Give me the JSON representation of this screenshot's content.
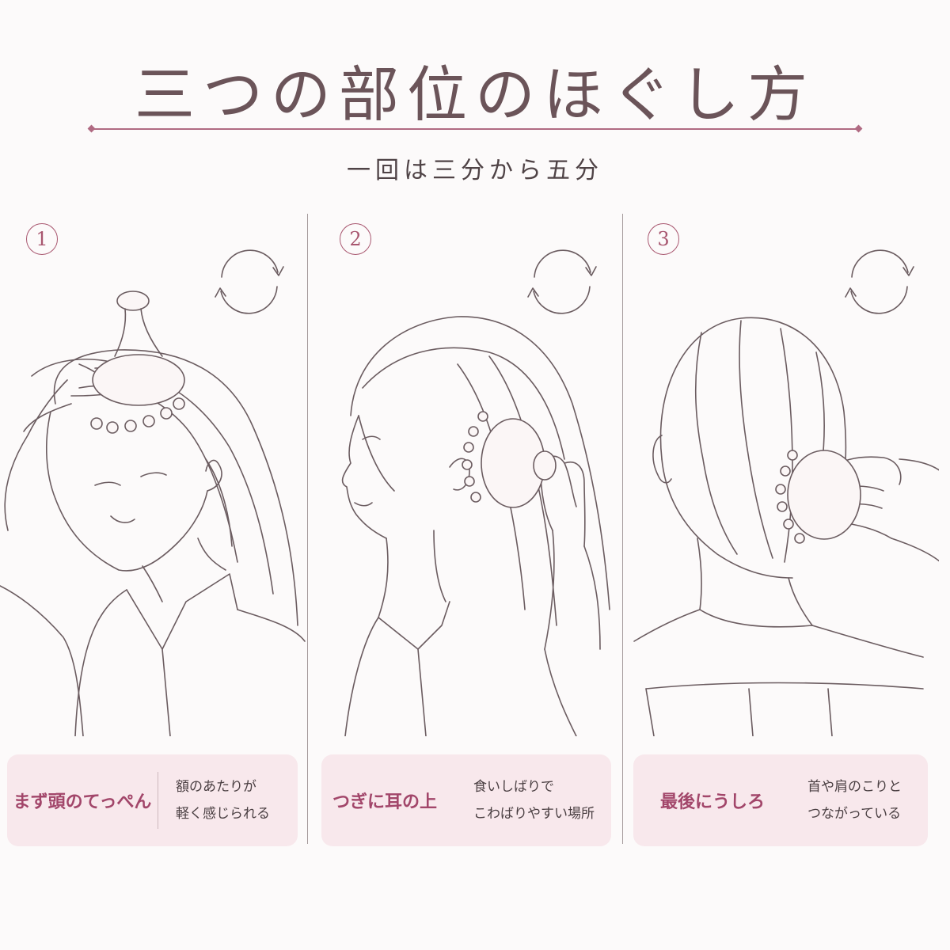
{
  "title": "三つの部位のほぐし方",
  "subtitle": "一回は三分から五分",
  "colors": {
    "accent": "#a8566f",
    "card_bg": "#f8e8ec",
    "line": "#6b5c60",
    "heading": "#a2466a"
  },
  "steps": [
    {
      "number": "1",
      "icon": "rotate-arrows-icon",
      "heading": "まず頭のてっぺん",
      "desc_line1": "額のあたりが",
      "desc_line2": "軽く感じられる"
    },
    {
      "number": "2",
      "icon": "rotate-arrows-icon",
      "heading": "つぎに耳の上",
      "desc_line1": "食いしばりで",
      "desc_line2": "こわばりやすい場所"
    },
    {
      "number": "3",
      "icon": "rotate-arrows-icon",
      "heading": "最後にうしろ",
      "desc_line1": "首や肩のこりと",
      "desc_line2": "つながっている"
    }
  ]
}
